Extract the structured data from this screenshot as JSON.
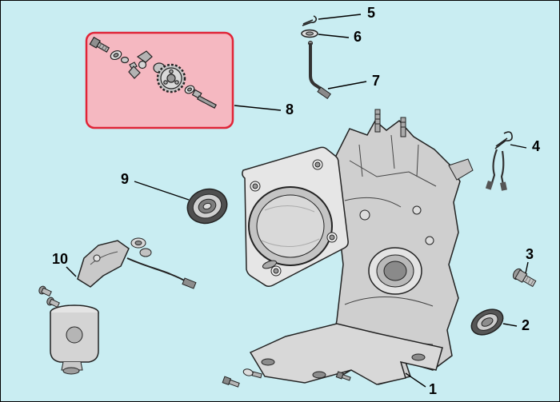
{
  "diagram": {
    "type": "exploded-parts-diagram",
    "background_color": "#c9edf2",
    "highlight": {
      "fill": "#f5b8c1",
      "border": "#e02437"
    },
    "callouts": [
      {
        "label": "1"
      },
      {
        "label": "2"
      },
      {
        "label": "3"
      },
      {
        "label": "4"
      },
      {
        "label": "5"
      },
      {
        "label": "6"
      },
      {
        "label": "7"
      },
      {
        "label": "8"
      },
      {
        "label": "9"
      },
      {
        "label": "10"
      }
    ],
    "parts": [
      {
        "label": "1",
        "name": "crankcase"
      },
      {
        "label": "2",
        "name": "oil-seal-small"
      },
      {
        "label": "3",
        "name": "bolt"
      },
      {
        "label": "4",
        "name": "clip-with-leads"
      },
      {
        "label": "5",
        "name": "cotter-pin"
      },
      {
        "label": "6",
        "name": "washer"
      },
      {
        "label": "7",
        "name": "governor-arm-shaft"
      },
      {
        "label": "8",
        "name": "governor-gear-assembly"
      },
      {
        "label": "9",
        "name": "oil-seal-large"
      },
      {
        "label": "10",
        "name": "oil-level-switch"
      }
    ]
  }
}
